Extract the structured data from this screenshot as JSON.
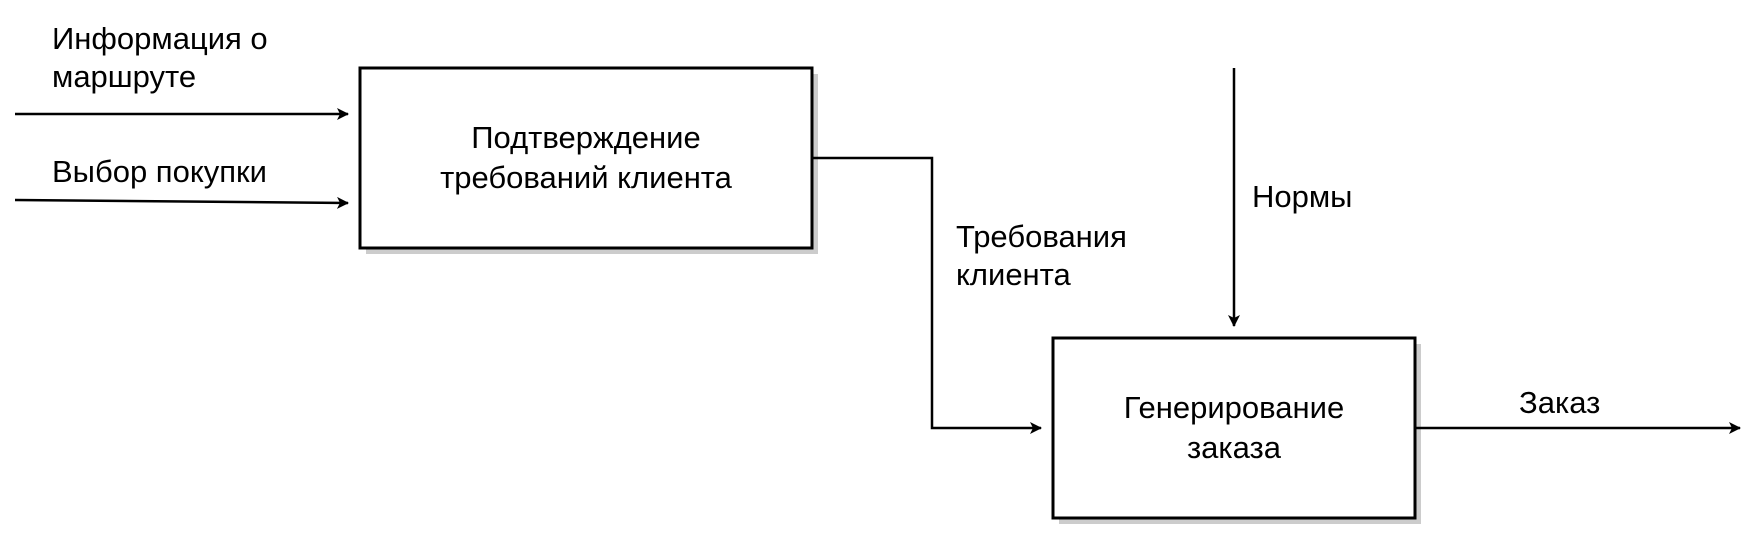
{
  "diagram": {
    "blocks": [
      {
        "id": "A1",
        "title": "Подтверждение\nтребований клиента"
      },
      {
        "id": "A2",
        "title": "Генерирование\nзаказа"
      }
    ],
    "arrows": {
      "input_route_info": "Информация о\nмаршруте",
      "input_purchase_choice": "Выбор покупки",
      "client_requirements": "Требования\nклиента",
      "control_norms": "Нормы",
      "output_order": "Заказ"
    }
  }
}
